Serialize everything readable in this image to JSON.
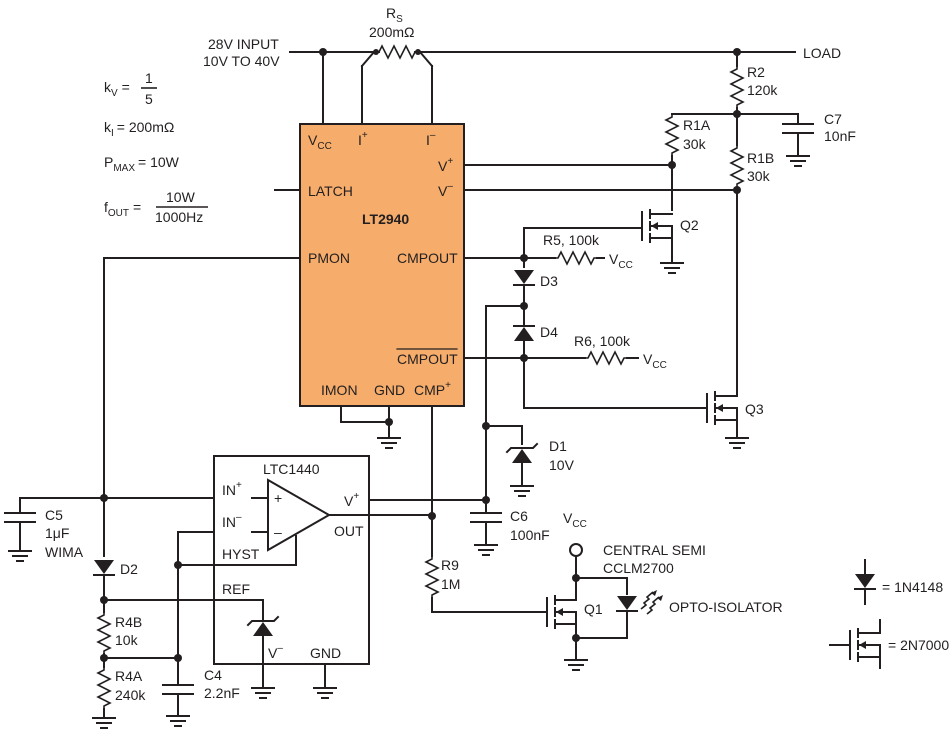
{
  "chip": {
    "name": "LT2940",
    "fill_color": "#f6ad6b",
    "pins": {
      "vcc": "V",
      "vcc_sub": "CC",
      "iplus": "I",
      "iplus_sup": "+",
      "iminus": "I",
      "iminus_sup": "–",
      "vplus": "V",
      "vplus_sup": "+",
      "vminus": "V",
      "vminus_sup": "–",
      "latch": "LATCH",
      "pmon": "PMON",
      "cmpout": "CMPOUT",
      "cmpout_bar": "CMPOUT",
      "imon": "IMON",
      "gnd": "GND",
      "cmp": "CMP",
      "cmp_sup": "+"
    }
  },
  "input": {
    "line1": "28V INPUT",
    "line2": "10V TO 40V"
  },
  "load": "LOAD",
  "rs": {
    "name": "R",
    "sub": "S",
    "value": "200mΩ"
  },
  "equations": {
    "kv_label": "k",
    "kv_sub": "V",
    "kv_eq": "=",
    "kv_num": "1",
    "kv_den": "5",
    "ki_label": "k",
    "ki_sub": "I",
    "ki_rest": "= 200mΩ",
    "pmax_label": "P",
    "pmax_sub": "MAX",
    "pmax_rest": "= 10W",
    "fout_label": "f",
    "fout_sub": "OUT",
    "fout_eq": "=",
    "fout_num": "10W",
    "fout_den": "1000Hz"
  },
  "components": {
    "r2": {
      "name": "R2",
      "value": "120k"
    },
    "c7": {
      "name": "C7",
      "value": "10nF"
    },
    "r1a": {
      "name": "R1A",
      "value": "30k"
    },
    "r1b": {
      "name": "R1B",
      "value": "30k"
    },
    "q2": "Q2",
    "r5": {
      "label": "R5, 100k",
      "vcc": "V",
      "vcc_sub": "CC"
    },
    "d3": "D3",
    "d4": "D4",
    "r6": {
      "label": "R6, 100k",
      "vcc": "V",
      "vcc_sub": "CC"
    },
    "q3": "Q3",
    "d1": {
      "name": "D1",
      "value": "10V"
    },
    "c6": {
      "name": "C6",
      "value": "100nF"
    },
    "c5": {
      "name": "C5",
      "value": "1μF",
      "note": "WIMA"
    },
    "d2": "D2",
    "r4b": {
      "name": "R4B",
      "value": "10k"
    },
    "r4a": {
      "name": "R4A",
      "value": "240k"
    },
    "c4": {
      "name": "C4",
      "value": "2.2nF"
    },
    "r9": {
      "name": "R9",
      "value": "1M"
    },
    "q1": "Q1",
    "opto_vcc": "V",
    "opto_vcc_sub": "CC",
    "opto_line1": "CENTRAL SEMI",
    "opto_line2": "CCLM2700",
    "opto_label": "OPTO-ISOLATOR"
  },
  "comparator": {
    "name": "LTC1440",
    "in_plus": "IN",
    "in_plus_sup": "+",
    "in_minus": "IN",
    "in_minus_sup": "–",
    "hyst": "HYST",
    "ref": "REF",
    "vplus": "V",
    "vplus_sup": "+",
    "out": "OUT",
    "vminus": "V",
    "vminus_sup": "–",
    "gnd": "GND",
    "plus_sign": "+",
    "minus_sign": "–"
  },
  "legend": {
    "diode": "= 1N4148",
    "fet": "= 2N7000"
  }
}
